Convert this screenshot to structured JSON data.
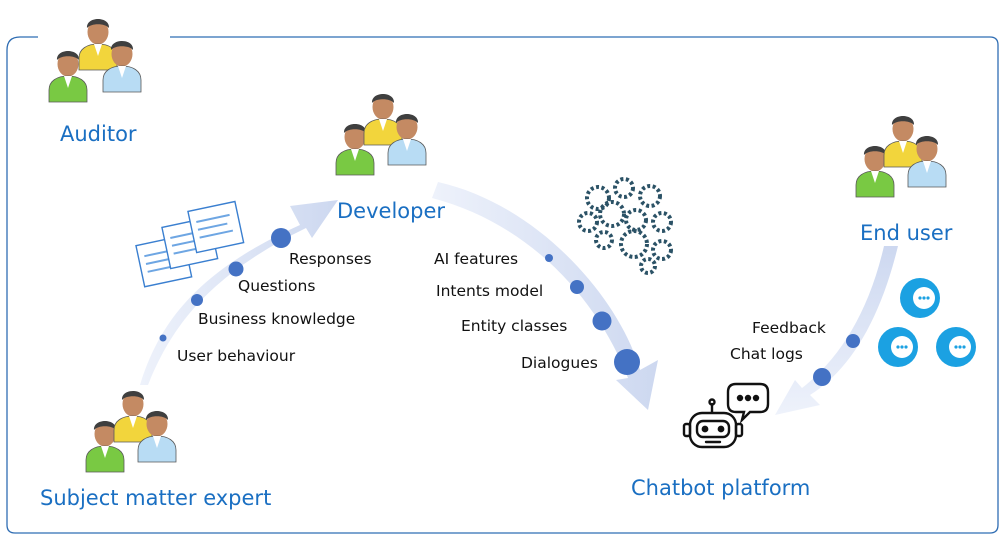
{
  "roles": {
    "auditor": "Auditor",
    "developer": "Developer",
    "end_user": "End user",
    "subject_matter_expert": "Subject matter expert",
    "chatbot_platform": "Chatbot platform"
  },
  "sme_to_developer": [
    "User behaviour",
    "Business knowledge",
    "Questions",
    "Responses"
  ],
  "developer_to_platform": [
    "AI features",
    "Intents model",
    "Entity classes",
    "Dialogues"
  ],
  "end_user_to_platform": [
    "Feedback",
    "Chat logs"
  ],
  "colors": {
    "frame": "#2f6db3",
    "role_text": "#1a6fc2",
    "arrow": "#d6dff4",
    "dot": "#4472c4"
  },
  "icons": {
    "people": "people-group-icon",
    "documents": "documents-icon",
    "gears": "gears-brain-icon",
    "chat_bubbles": "chat-bubbles-icon",
    "chatbot": "chatbot-icon"
  }
}
